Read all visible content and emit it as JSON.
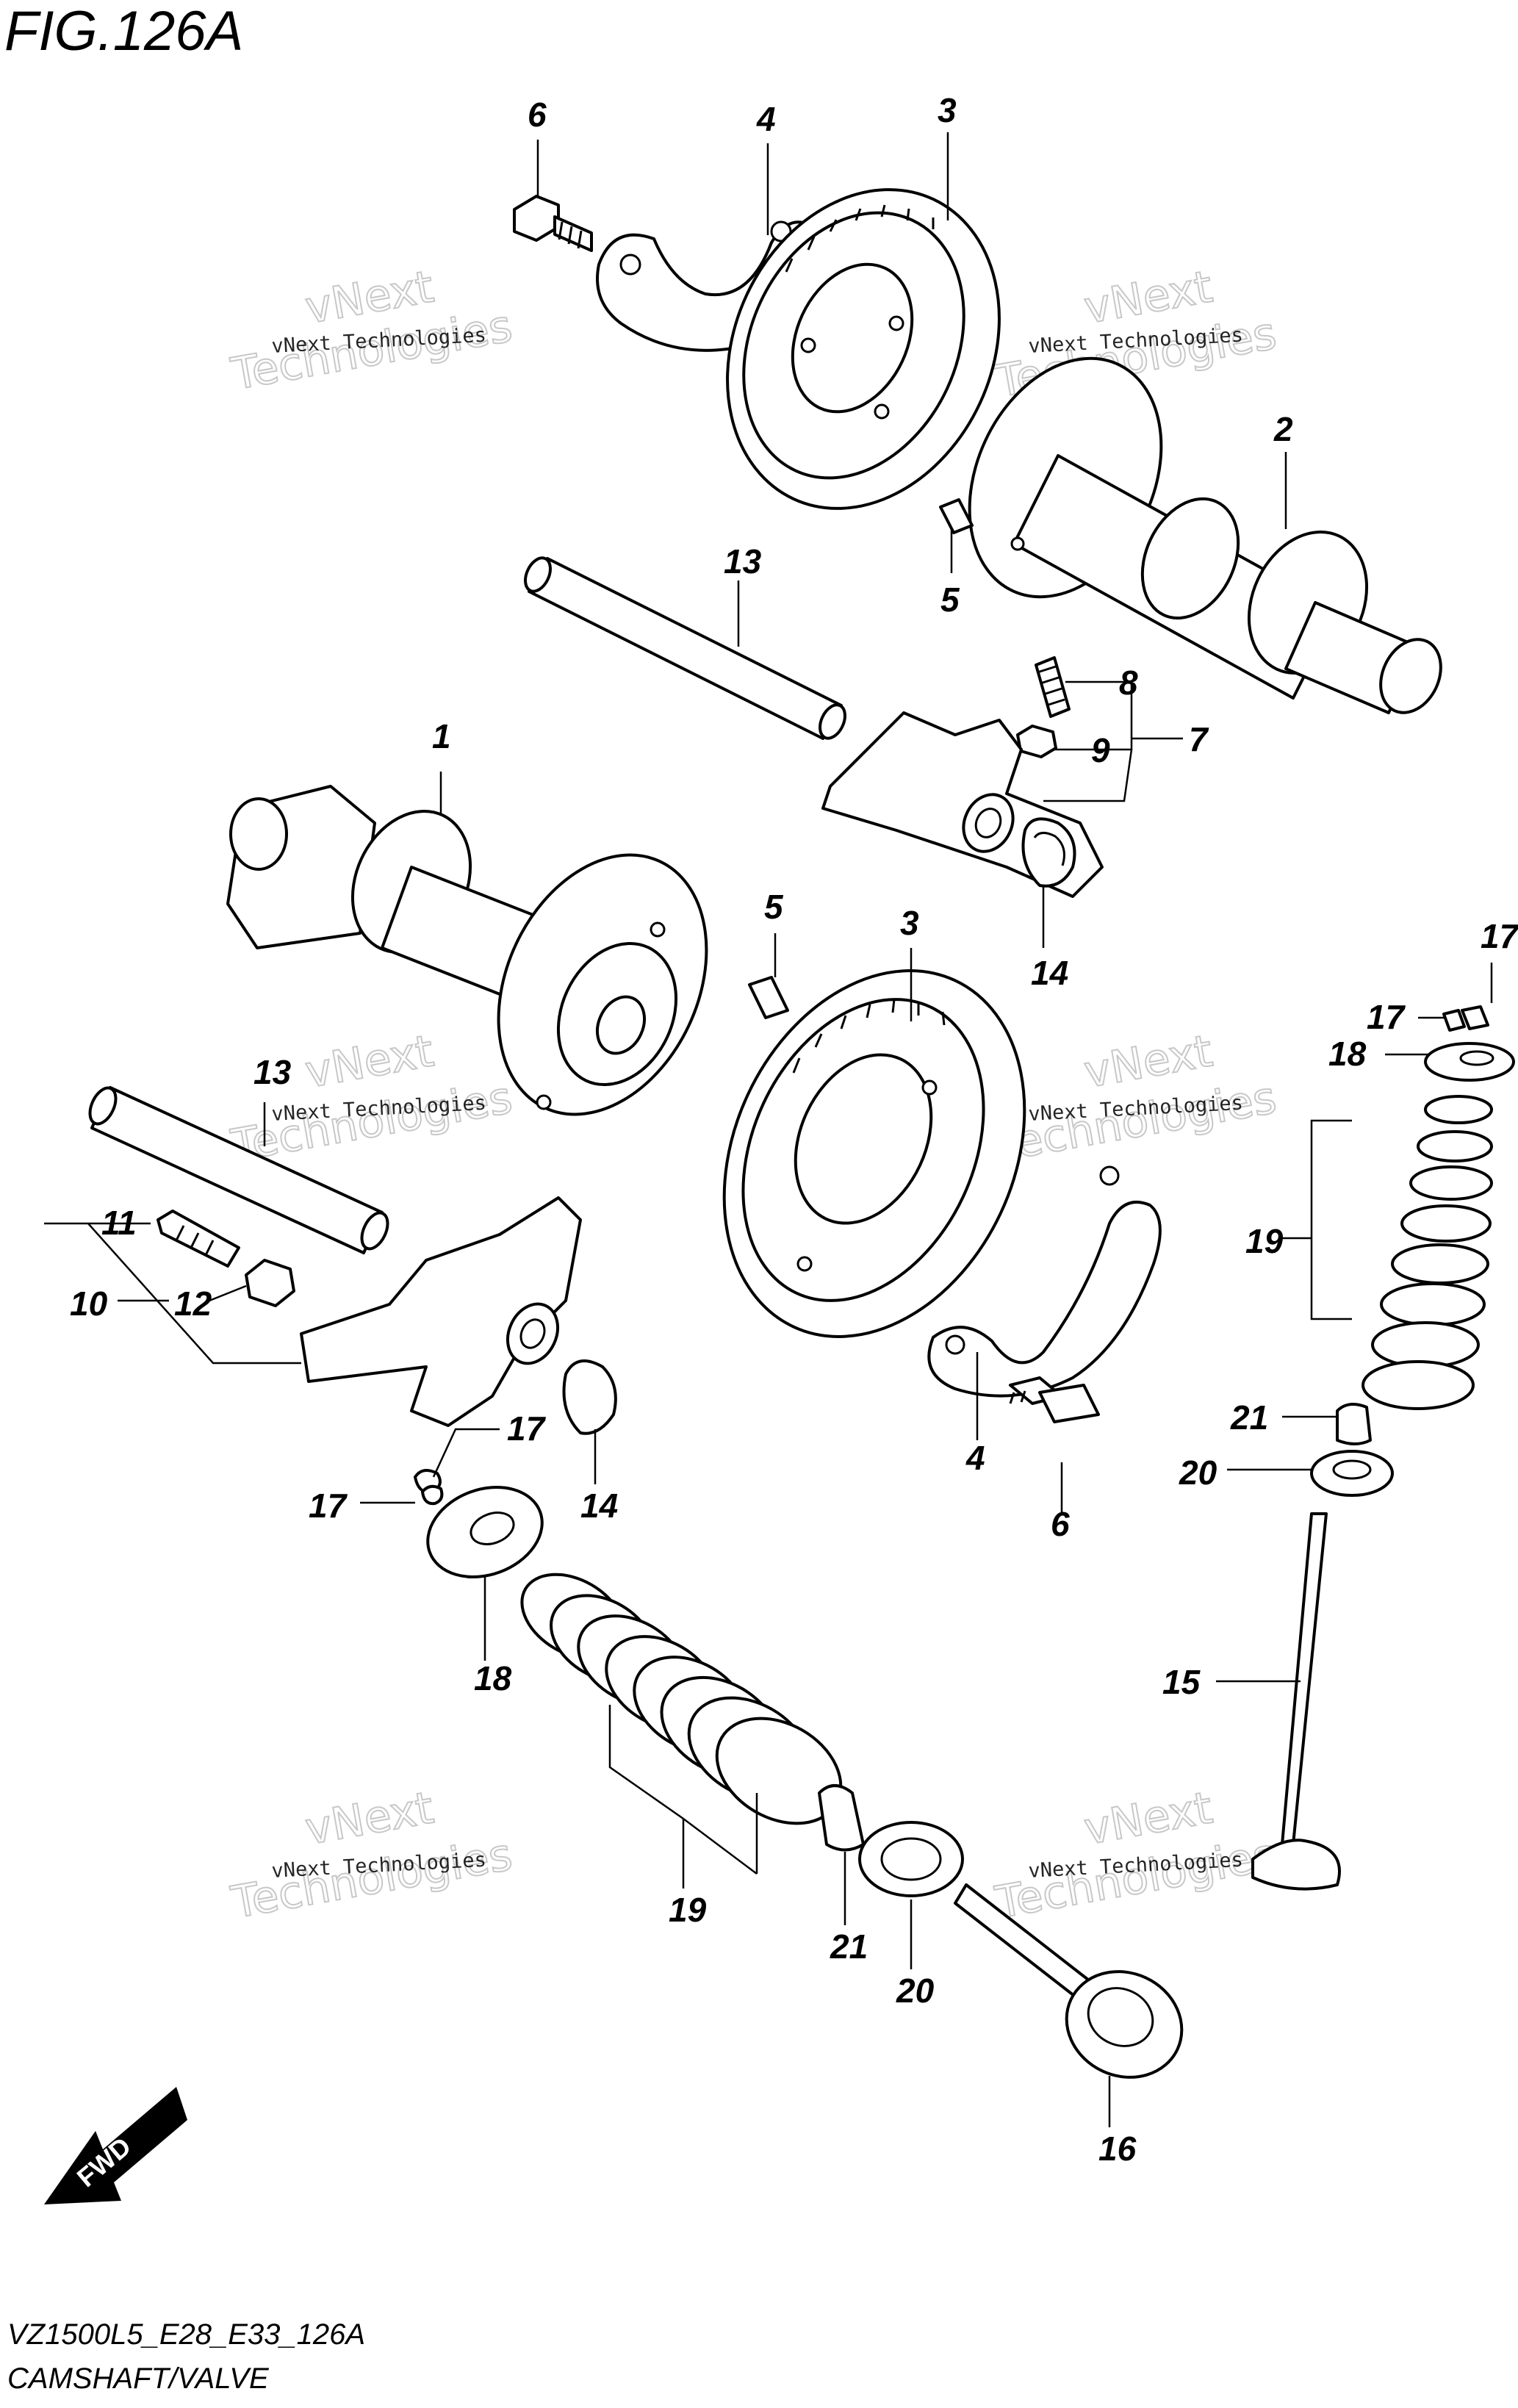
{
  "figure": {
    "title": "FIG.126A",
    "code": "VZ1500L5_E28_E33_126A",
    "caption": "CAMSHAFT/VALVE"
  },
  "watermark": {
    "line1": "vNext Technologies",
    "line2": "vNext",
    "line3": "Technologies"
  },
  "fwd_label": "FWD",
  "callouts": [
    {
      "id": "c-6-top",
      "text": "6"
    },
    {
      "id": "c-4-top",
      "text": "4"
    },
    {
      "id": "c-3-top",
      "text": "3"
    },
    {
      "id": "c-2",
      "text": "2"
    },
    {
      "id": "c-5-top",
      "text": "5"
    },
    {
      "id": "c-13-top",
      "text": "13"
    },
    {
      "id": "c-8",
      "text": "8"
    },
    {
      "id": "c-9",
      "text": "9"
    },
    {
      "id": "c-7",
      "text": "7"
    },
    {
      "id": "c-14-top",
      "text": "14"
    },
    {
      "id": "c-1",
      "text": "1"
    },
    {
      "id": "c-5-mid",
      "text": "5"
    },
    {
      "id": "c-3-mid",
      "text": "3"
    },
    {
      "id": "c-17-right-top",
      "text": "17"
    },
    {
      "id": "c-17-right-mid",
      "text": "17"
    },
    {
      "id": "c-18-right",
      "text": "18"
    },
    {
      "id": "c-13-left",
      "text": "13"
    },
    {
      "id": "c-11",
      "text": "11"
    },
    {
      "id": "c-10",
      "text": "10"
    },
    {
      "id": "c-12",
      "text": "12"
    },
    {
      "id": "c-19-right",
      "text": "19"
    },
    {
      "id": "c-4-mid",
      "text": "4"
    },
    {
      "id": "c-6-mid",
      "text": "6"
    },
    {
      "id": "c-17-left-a",
      "text": "17"
    },
    {
      "id": "c-17-left-b",
      "text": "17"
    },
    {
      "id": "c-14-left",
      "text": "14"
    },
    {
      "id": "c-21-right",
      "text": "21"
    },
    {
      "id": "c-20-right",
      "text": "20"
    },
    {
      "id": "c-18-left",
      "text": "18"
    },
    {
      "id": "c-15",
      "text": "15"
    },
    {
      "id": "c-19-left",
      "text": "19"
    },
    {
      "id": "c-21-left",
      "text": "21"
    },
    {
      "id": "c-20-left",
      "text": "20"
    },
    {
      "id": "c-16",
      "text": "16"
    }
  ]
}
